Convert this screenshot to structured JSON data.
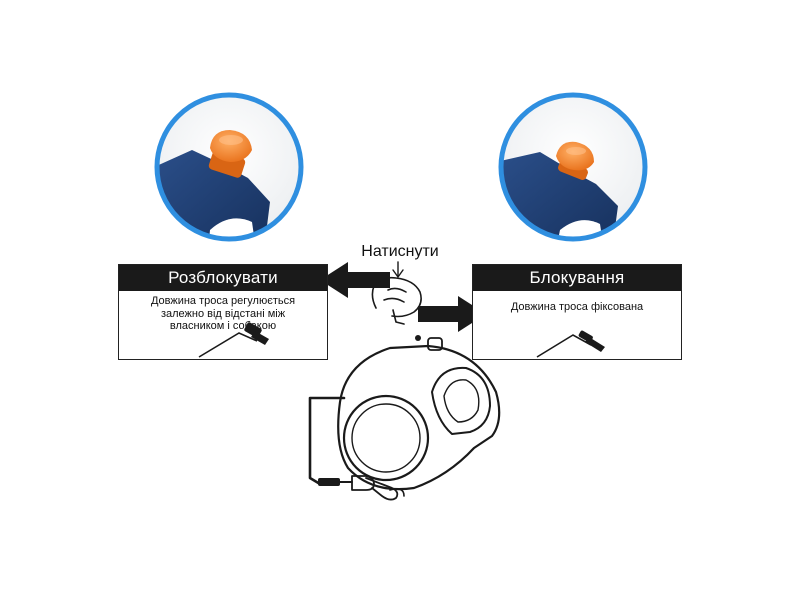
{
  "press_label": "Натиснути",
  "unlock": {
    "title": "Розблокувати",
    "line1": "Довжина троса регулюється",
    "line2": "залежно від відстані між",
    "line3": "власником і собакою"
  },
  "lock": {
    "title": "Блокування",
    "line1": "Довжина троса фіксована"
  },
  "colors": {
    "photo_ring": "#2f8fe0",
    "button_orange": "#f07d1e",
    "body_navy": "#1f3e73",
    "panel_header": "#1a1a1a",
    "arrow": "#1a1a1a"
  },
  "icons": {
    "left_photo": "orange-button-raised-icon",
    "right_photo": "orange-button-pressed-icon",
    "arrow_left": "arrow-left-icon",
    "arrow_right": "arrow-right-icon",
    "finger": "finger-press-icon",
    "leash": "retractable-leash-icon"
  }
}
